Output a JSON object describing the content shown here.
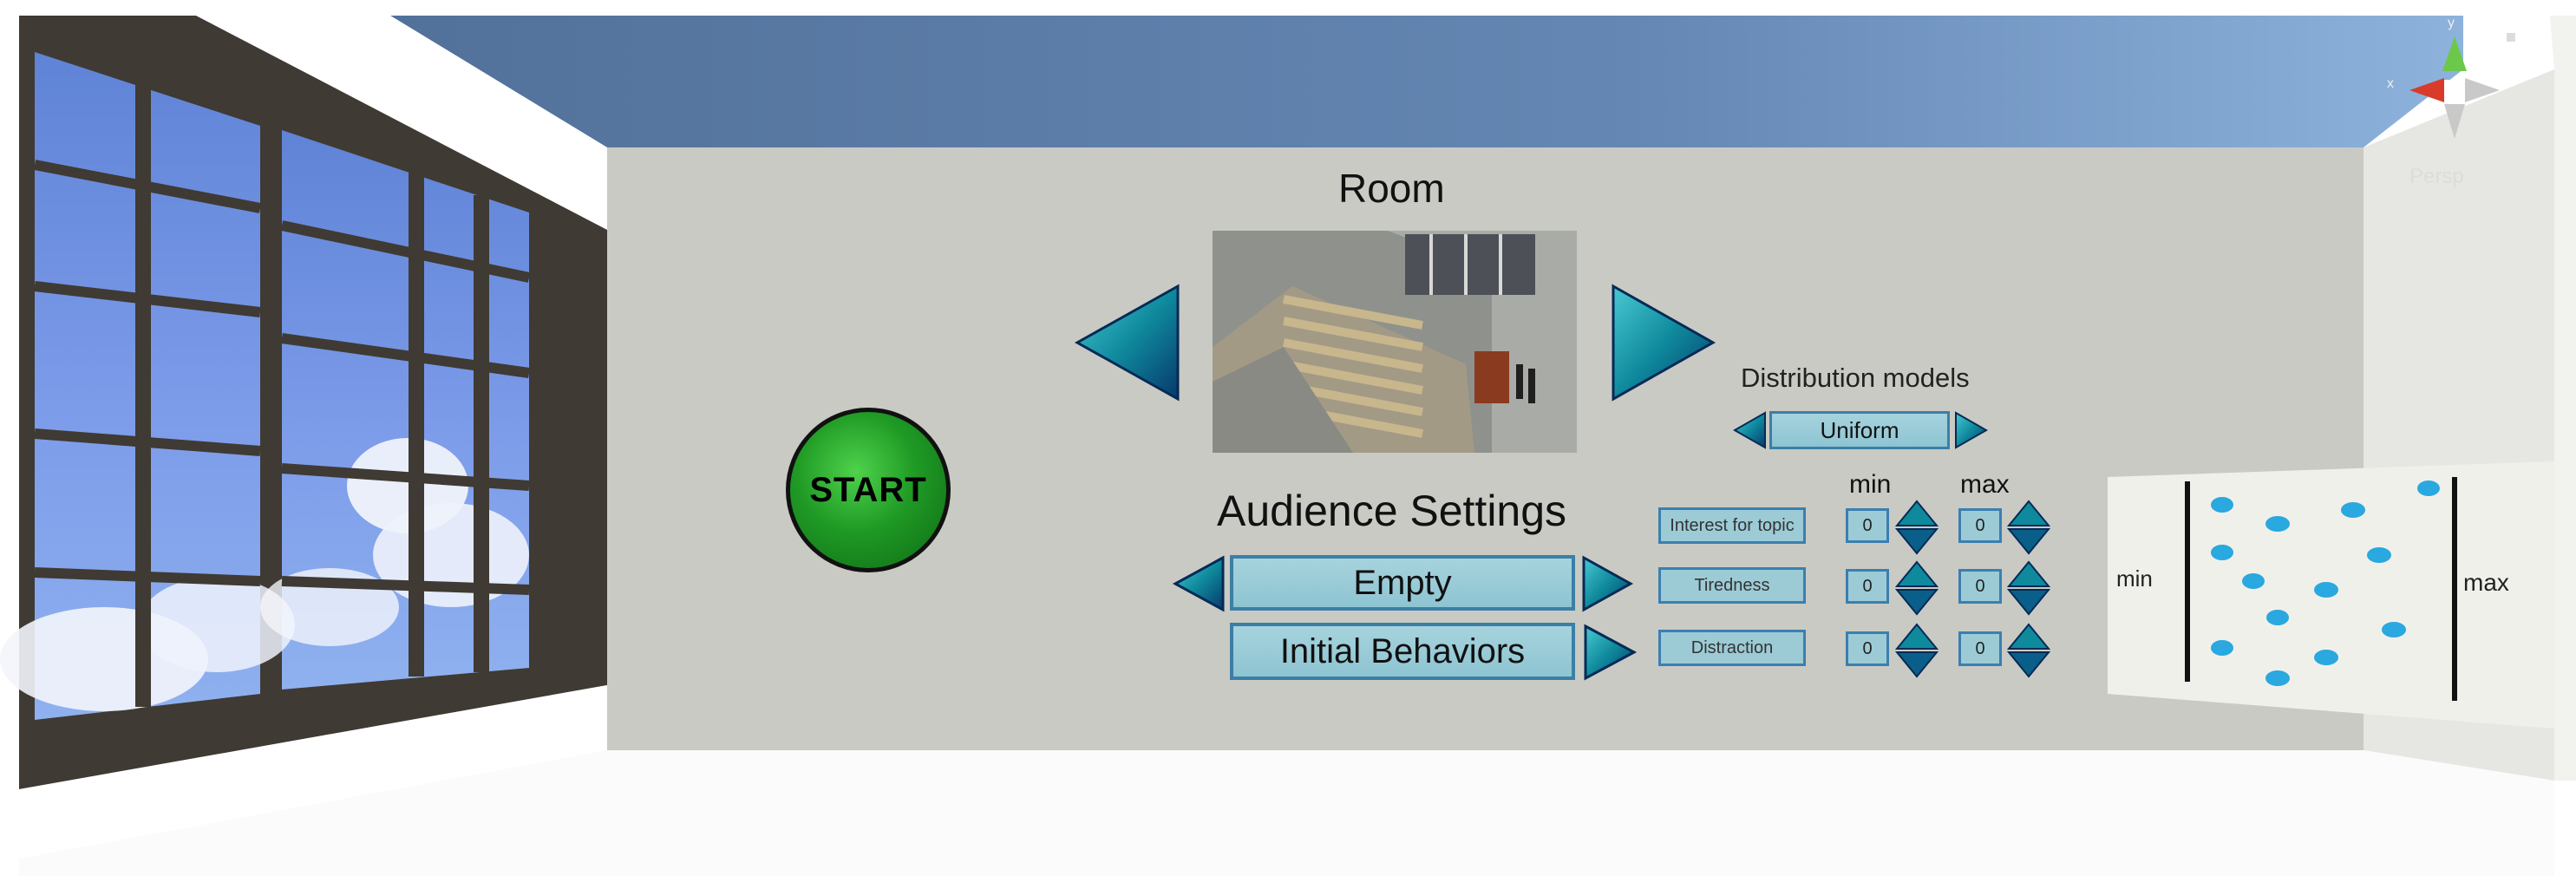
{
  "room": {
    "title": "Room",
    "preview_alt": "lecture hall preview"
  },
  "start": {
    "label": "START"
  },
  "distribution": {
    "label": "Distribution models",
    "value": "Uniform"
  },
  "audience": {
    "title": "Audience Settings",
    "preset": "Empty",
    "behaviors": "Initial Behaviors"
  },
  "params": {
    "min_header": "min",
    "max_header": "max",
    "rows": [
      {
        "label": "Interest for topic",
        "min": "0",
        "max": "0"
      },
      {
        "label": "Tiredness",
        "min": "0",
        "max": "0"
      },
      {
        "label": "Distraction",
        "min": "0",
        "max": "0"
      }
    ]
  },
  "chart": {
    "min_label": "min",
    "max_label": "max"
  },
  "gizmo": {
    "projection": "Persp",
    "x_axis": "x",
    "y_axis": "y"
  },
  "colors": {
    "sky": "#5f86b4",
    "wall": "#c9cac4",
    "start_green": "#1f9a25",
    "teal_arrow": "#0d7d8f",
    "dot": "#2aa8e0"
  }
}
